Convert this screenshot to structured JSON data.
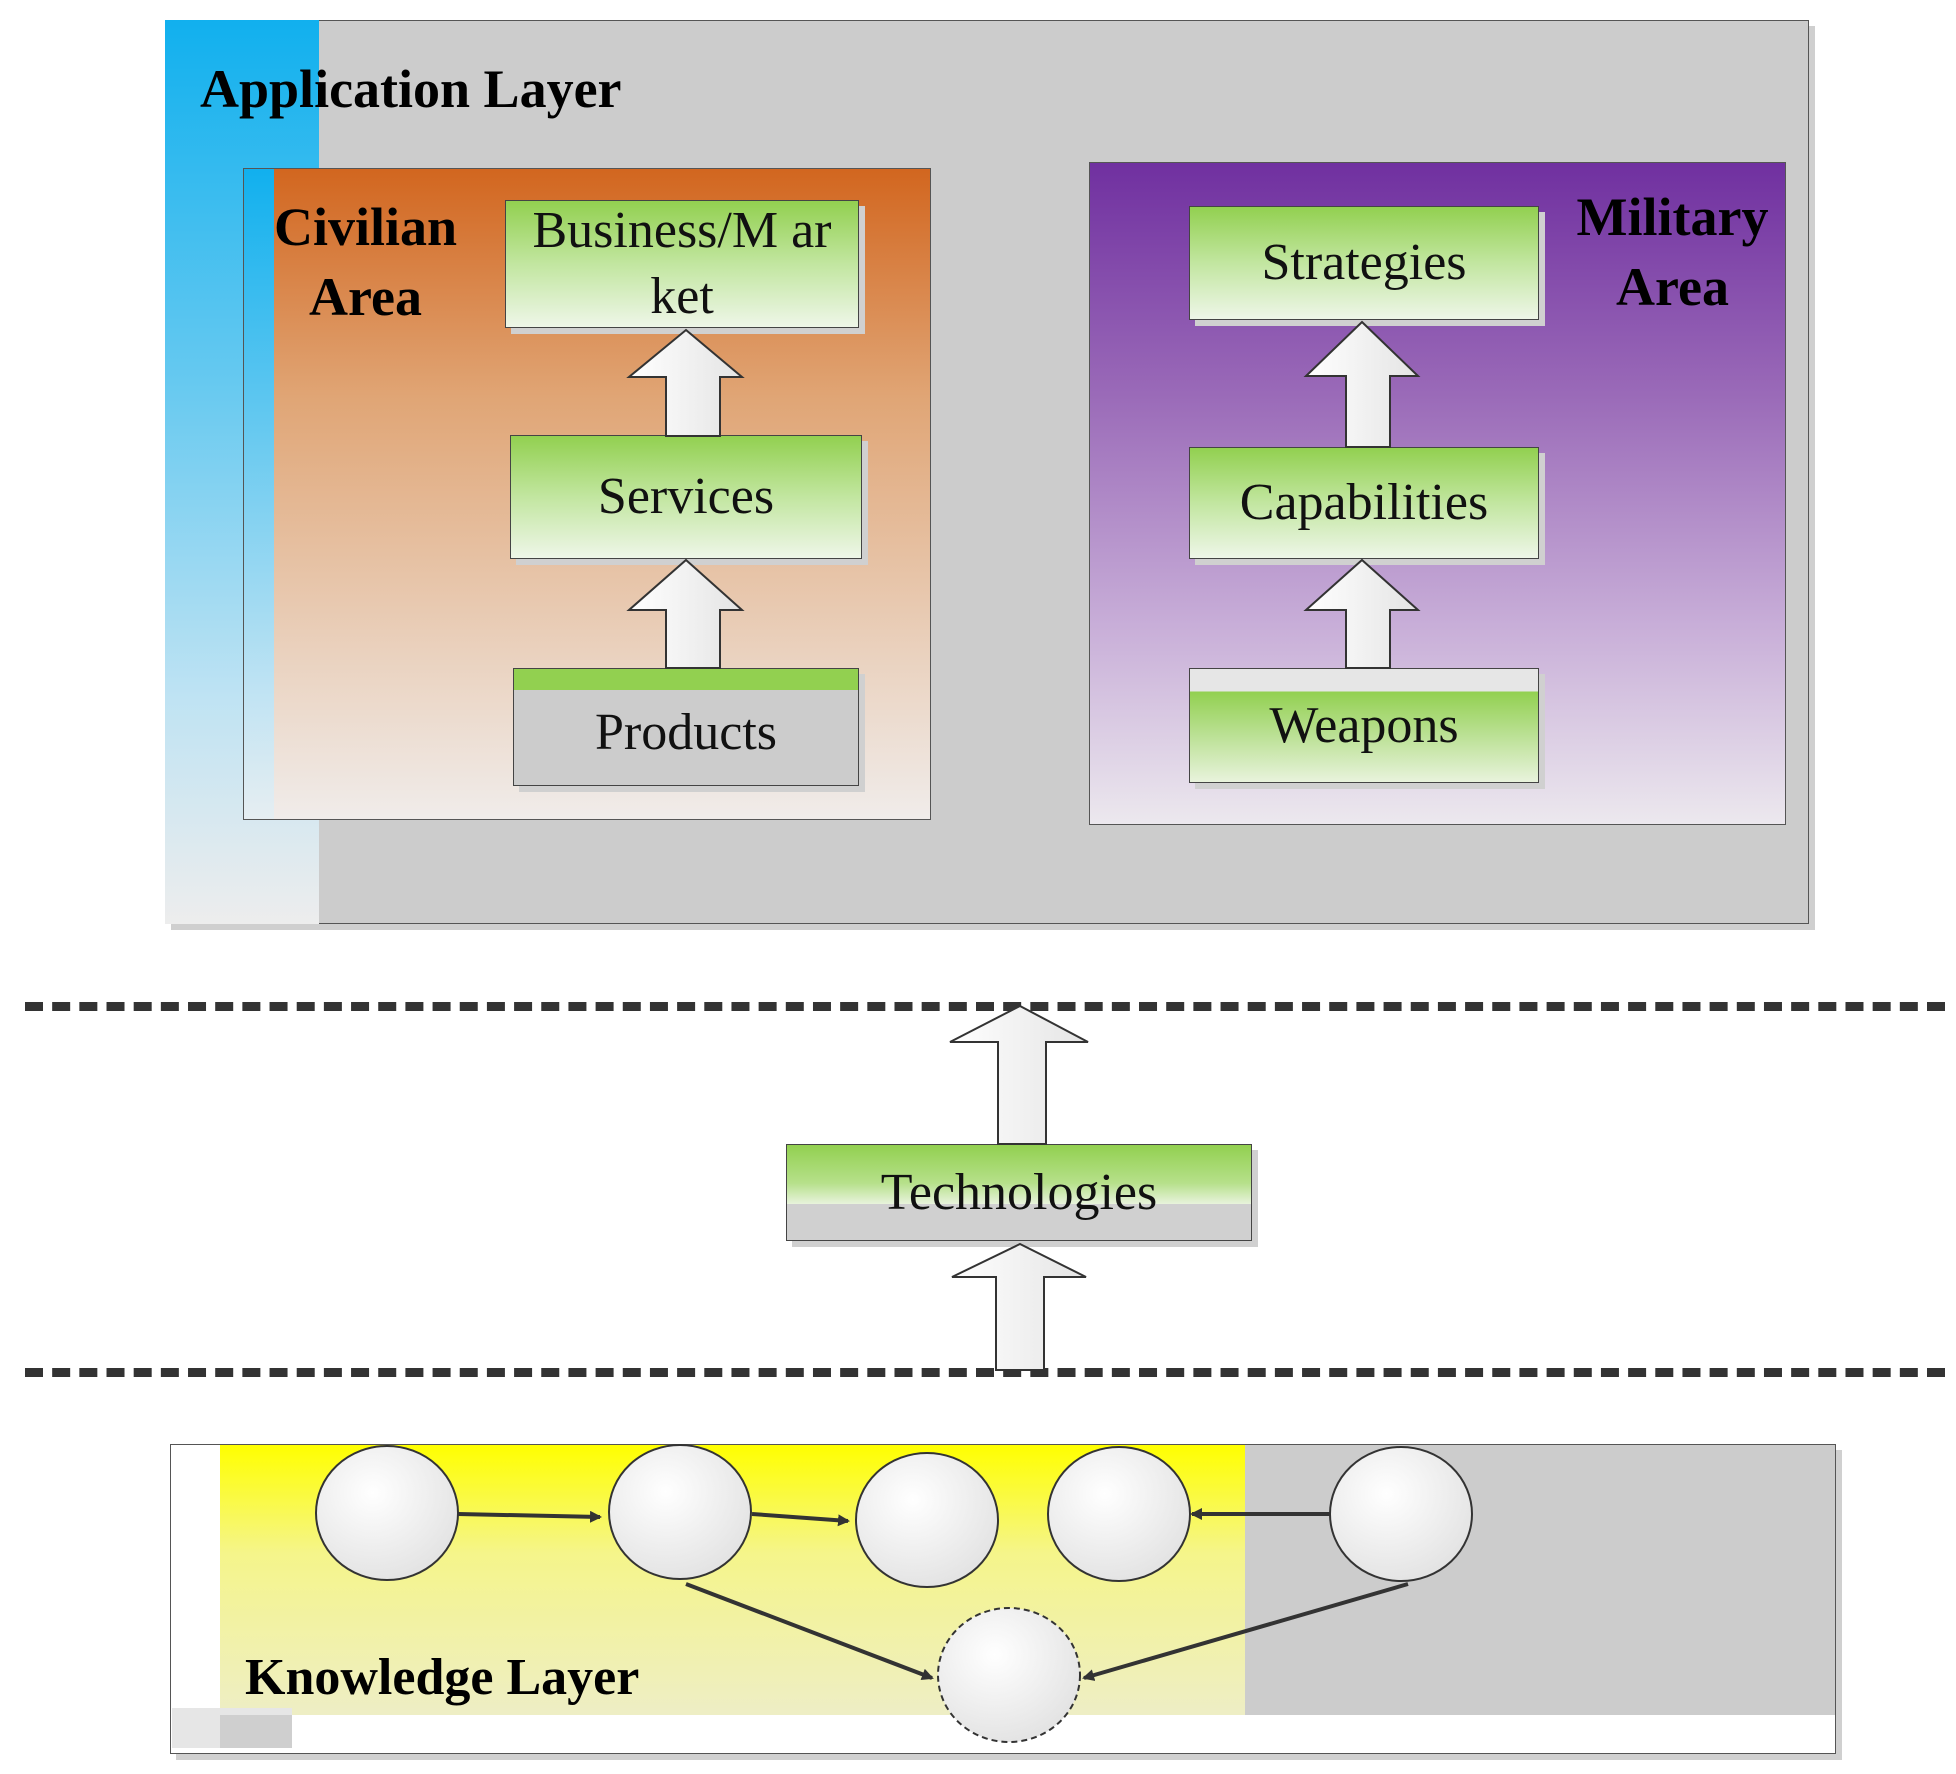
{
  "application_layer": {
    "title": "Application Layer",
    "civilian_area": {
      "title": "Civilian Area",
      "boxes": [
        "Business/M arket",
        "Services",
        "Products"
      ]
    },
    "military_area": {
      "title": "Military Area",
      "boxes": [
        "Strategies",
        "Capabilities",
        "Weapons"
      ]
    }
  },
  "middle": {
    "technologies": "Technologies"
  },
  "knowledge_layer": {
    "title": "Knowledge Layer"
  },
  "colors": {
    "application_bg": "#cccccc",
    "civilian_orange": "#d2661f",
    "military_purple": "#7030a0",
    "box_green": "#92d050",
    "knowledge_yellow": "#ffff00",
    "accent_blue": "#11b0ee"
  }
}
